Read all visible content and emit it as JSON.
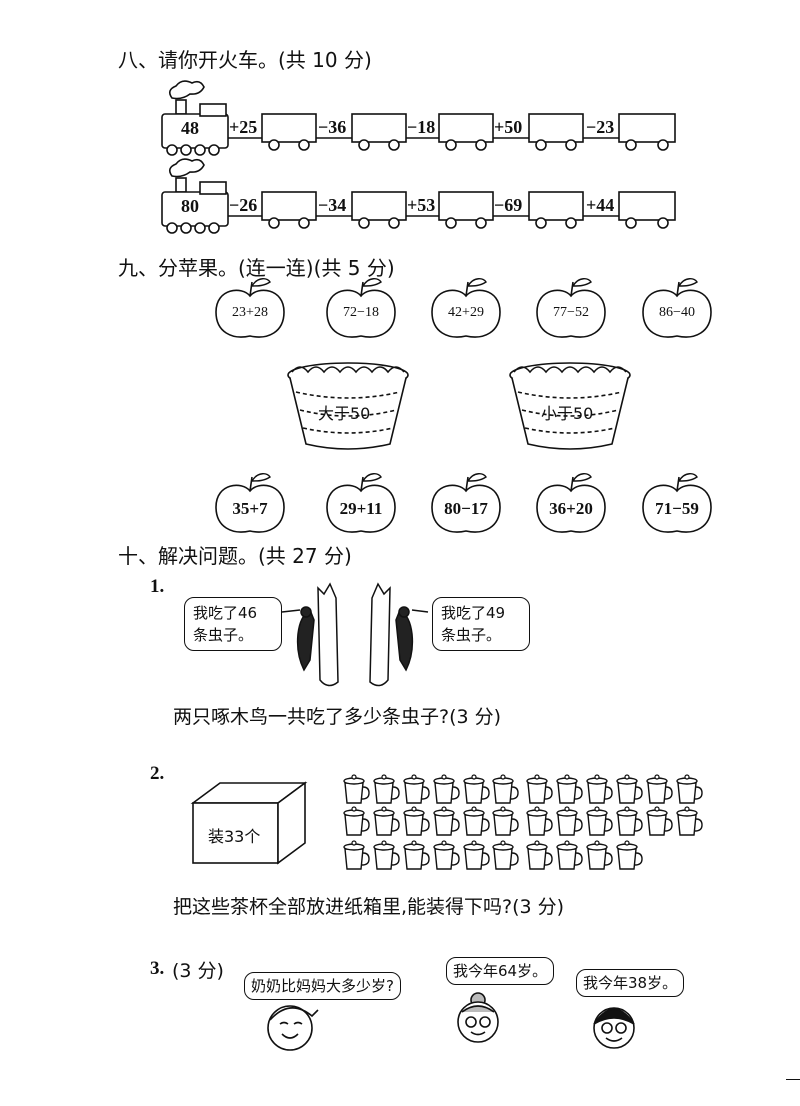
{
  "section8": {
    "heading": "八、请你开火车。(共 10 分)",
    "train1": {
      "start": "48",
      "ops": [
        "+25",
        "−36",
        "−18",
        "+50",
        "−23"
      ]
    },
    "train2": {
      "start": "80",
      "ops": [
        "−26",
        "−34",
        "+53",
        "−69",
        "+44"
      ]
    }
  },
  "section9": {
    "heading": "九、分苹果。(连一连)(共 5 分)",
    "top_apples": [
      "23+28",
      "72−18",
      "42+29",
      "77−52",
      "86−40"
    ],
    "baskets": [
      "大于50",
      "小于50"
    ],
    "bottom_apples": [
      "35+7",
      "29+11",
      "80−17",
      "36+20",
      "71−59"
    ]
  },
  "section10": {
    "heading": "十、解决问题。(共 27 分)",
    "q1": {
      "num": "1.",
      "bubble_left": [
        "我吃了46",
        "条虫子。"
      ],
      "bubble_right": [
        "我吃了49",
        "条虫子。"
      ],
      "question": "两只啄木鸟一共吃了多少条虫子?(3 分)"
    },
    "q2": {
      "num": "2.",
      "box_label": "装33个",
      "question": "把这些茶杯全部放进纸箱里,能装得下吗?(3 分)"
    },
    "q3": {
      "num": "3.",
      "points": "(3 分)",
      "bubble_child": "奶奶比妈妈大多少岁?",
      "bubble_grandma": "我今年64岁。",
      "bubble_mother": "我今年38岁。"
    }
  },
  "icons": [
    "locomotive-icon",
    "train-car-icon",
    "apple-icon",
    "basket-icon",
    "woodpecker-icon",
    "cardboard-box-icon",
    "teacup-icon",
    "child-face-icon",
    "grandma-face-icon",
    "mother-face-icon"
  ]
}
